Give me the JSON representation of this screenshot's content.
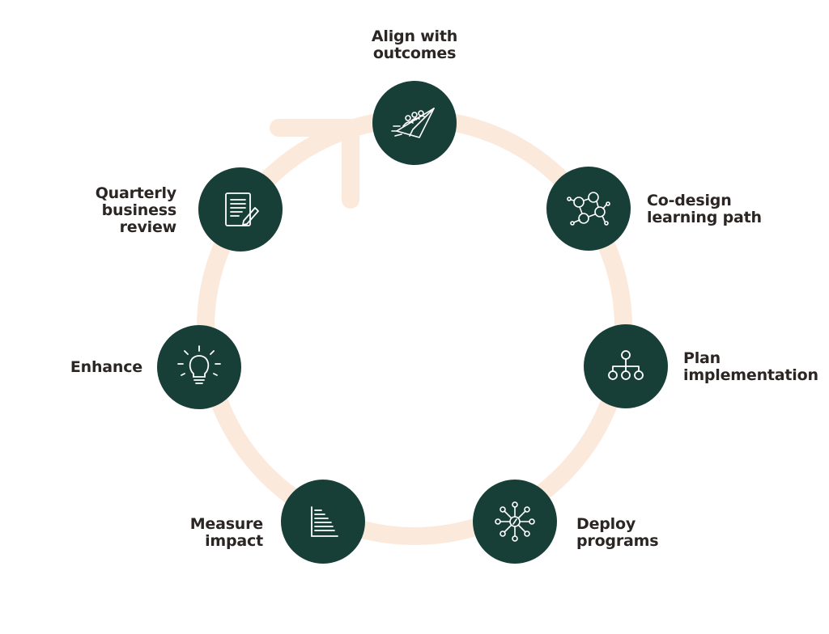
{
  "colors": {
    "ring": "#fbe9dc",
    "node": "#173f38",
    "icon": "#ffffff",
    "text": "#2b2624"
  },
  "steps": [
    {
      "icon": "paper-plane-team-icon",
      "lines": [
        "Align with",
        "outcomes"
      ]
    },
    {
      "icon": "network-people-icon",
      "lines": [
        "Co-design",
        "learning path"
      ]
    },
    {
      "icon": "hierarchy-icon",
      "lines": [
        "Plan",
        "implementation"
      ]
    },
    {
      "icon": "hub-network-icon",
      "lines": [
        "Deploy",
        "programs"
      ]
    },
    {
      "icon": "bar-chart-icon",
      "lines": [
        "Measure",
        "impact"
      ]
    },
    {
      "icon": "lightbulb-icon",
      "lines": [
        "Enhance"
      ]
    },
    {
      "icon": "document-pen-icon",
      "lines": [
        "Quarterly",
        "business",
        "review"
      ]
    }
  ]
}
